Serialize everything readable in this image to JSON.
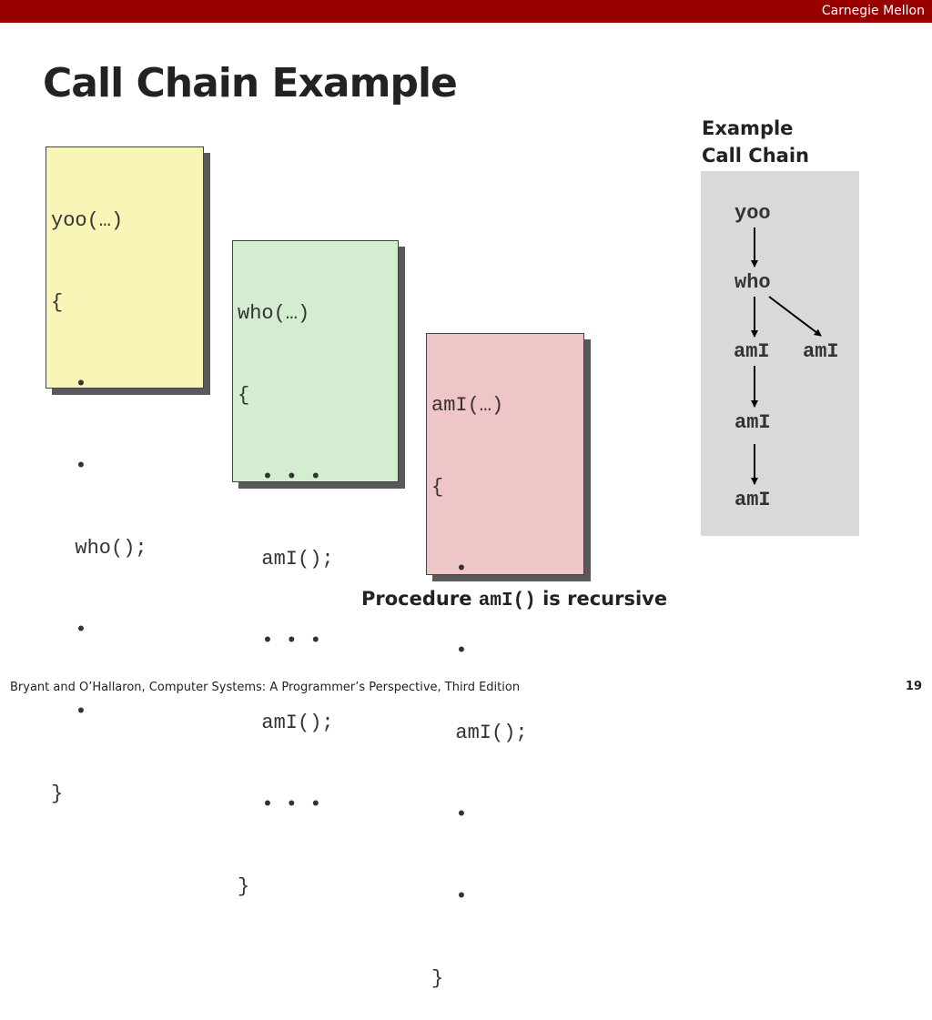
{
  "header": {
    "brand": "Carnegie Mellon"
  },
  "slide_title": "Call Chain Example",
  "code_boxes": {
    "yoo": {
      "lines": [
        "yoo(…)",
        "{",
        "  •",
        "  •",
        "  who();",
        "  •",
        "  •",
        "}"
      ],
      "color": "#f8f5b6"
    },
    "who": {
      "lines": [
        "who(…)",
        "{",
        "  • • •",
        "  amI();",
        "  • • •",
        "  amI();",
        "  • • •",
        "}"
      ],
      "color": "#d4edd0"
    },
    "ami": {
      "lines": [
        "amI(…)",
        "{",
        "  •",
        "  •",
        "  amI();",
        "  •",
        "  •",
        "}"
      ],
      "color": "#efc6c8"
    }
  },
  "call_chain": {
    "header_lines": [
      "Example",
      "Call Chain"
    ],
    "panel_color": "#d9d9d9",
    "nodes": {
      "yoo": "yoo",
      "who": "who",
      "ami_1": "amI",
      "ami_2": "amI",
      "ami_3": "amI",
      "ami_4": "amI"
    }
  },
  "caption": {
    "prefix": "Procedure ",
    "code": "amI()",
    "suffix": " is recursive"
  },
  "footer": {
    "text": "Bryant and O’Hallaron, Computer Systems: A Programmer’s Perspective, Third Edition",
    "page": "19"
  }
}
